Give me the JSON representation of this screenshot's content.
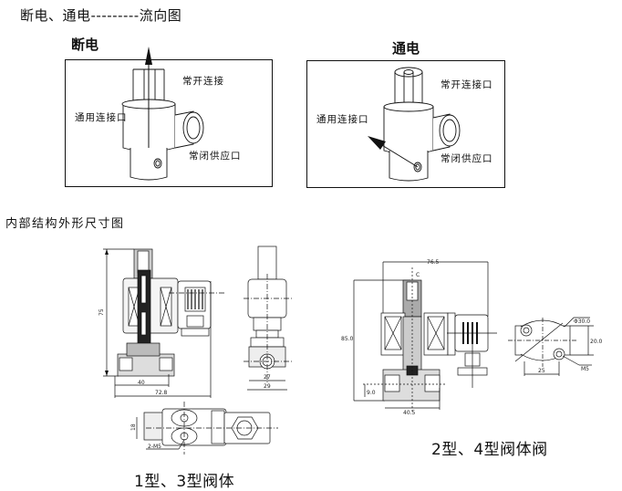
{
  "header": {
    "title": "断电、通电---------流向图"
  },
  "flow_diagrams": [
    {
      "title": "断电",
      "state": "power-off",
      "labels": {
        "normally_open_port": "常开连接",
        "common_port": "通用连接口",
        "normally_closed_supply": "常闭供应口"
      }
    },
    {
      "title": "通电",
      "state": "power-on",
      "labels": {
        "normally_open_port": "常开连接口",
        "common_port": "通用连接口",
        "normally_closed_supply": "常闭供应口"
      }
    }
  ],
  "section": {
    "title": "内部结构外形尺寸图"
  },
  "drawings": {
    "type13": {
      "caption": "1型、3型阀体",
      "dims": {
        "height": "75",
        "body_width": "40",
        "total_width": "72.8",
        "side_inner": "27",
        "side_outer": "29",
        "bottom_spacing": "18",
        "thread": "2-M5"
      }
    },
    "type24": {
      "caption": "2型、4型阀体阀",
      "dims": {
        "total_width": "76.5",
        "height": "85.0",
        "center_mark": "C",
        "port_offset": "9.0",
        "body_width": "40.5",
        "diameter": "Φ30.0",
        "flange_height": "20.0",
        "hole_spacing": "25",
        "thread": "M5"
      }
    }
  }
}
